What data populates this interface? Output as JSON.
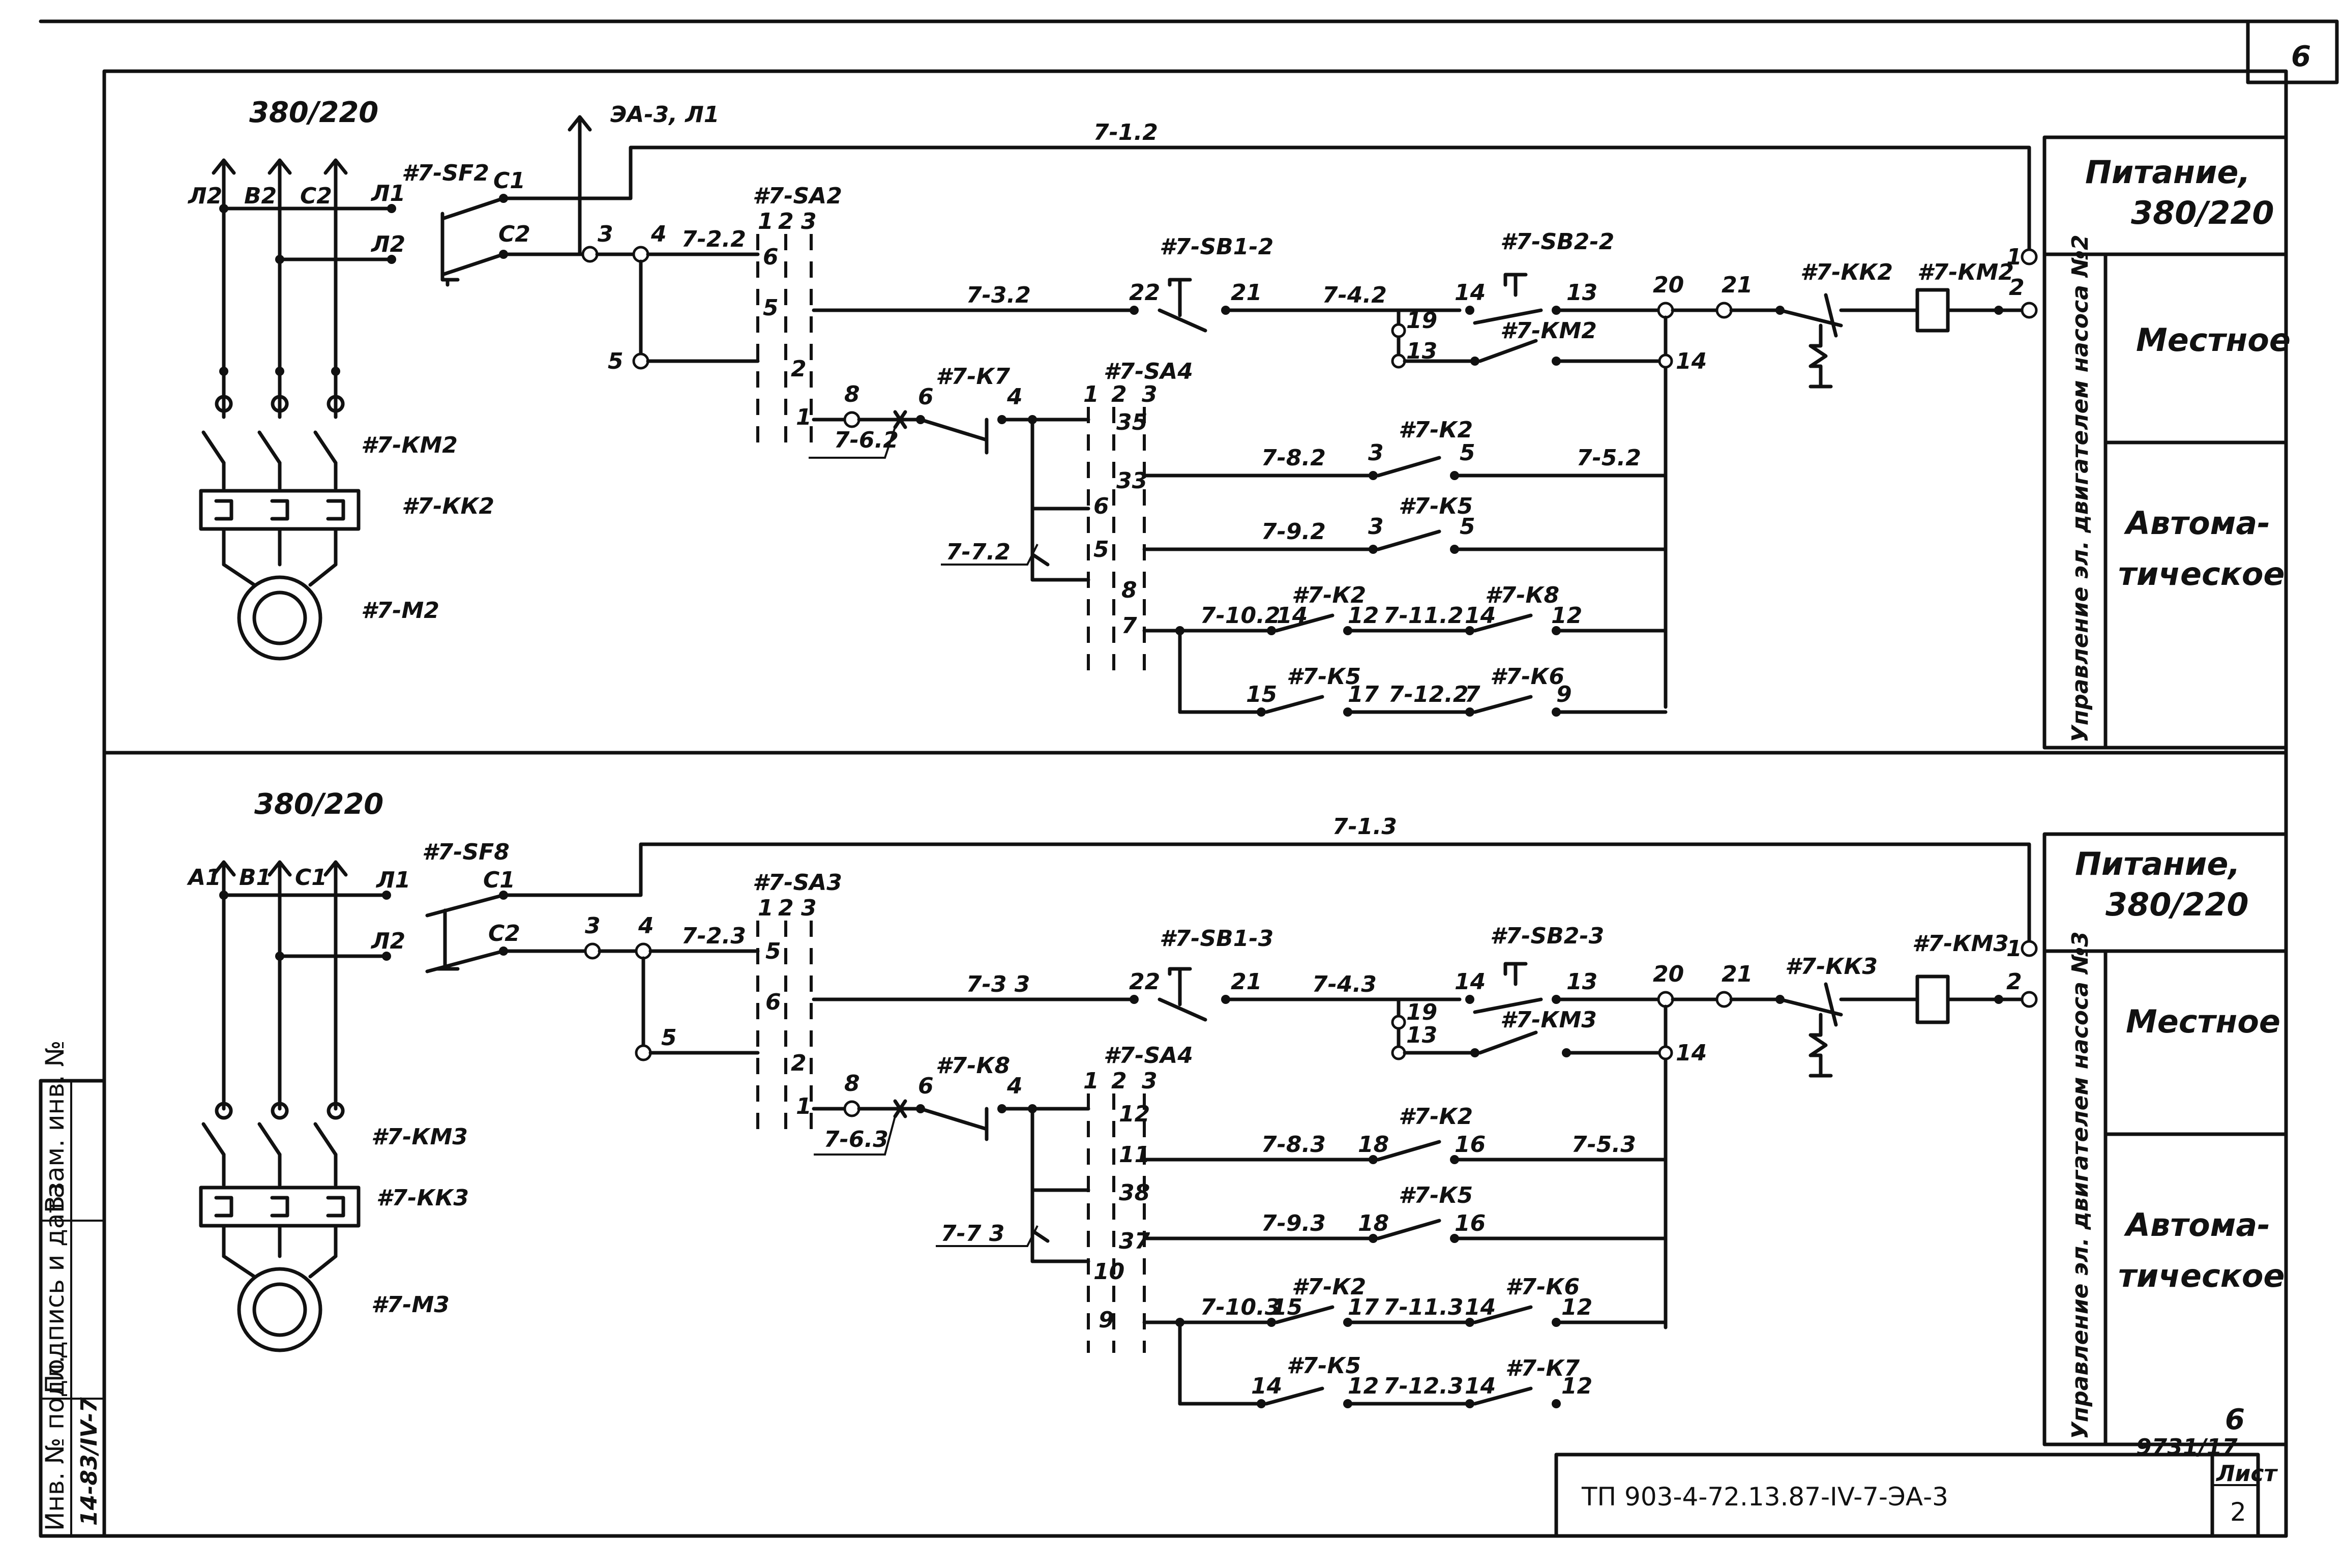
{
  "sheet": {
    "page_number": "6",
    "drawing_code": "ТП  903-4-72.13.87-IV-7-ЭА-3",
    "sheet_label": "Лист",
    "sheet_number": "2",
    "handwritten_sheet": "6",
    "archive_number": "9731/17",
    "stamp": {
      "inv_label": "Инв. № подл.",
      "inv_value": "14-83/IV-7",
      "sign_label": "Подпись и дата",
      "replace_label": "Взам. инв. №"
    }
  },
  "circuit_2": {
    "supply": "380/220",
    "supply_feed": "ЭА-3, Л1",
    "phases": [
      "Л2",
      "В2",
      "С2"
    ],
    "breaker": "#7-SF2",
    "breaker_lines": [
      "Л1",
      "Л2"
    ],
    "breaker_out": [
      "С1",
      "С2"
    ],
    "contactor": "#7-КМ2",
    "thermal_relay": "#7-КК2",
    "motor": "#7-М2",
    "switch_sa": "#7-SA2",
    "switch_sa_pos": [
      "1",
      "2",
      "3"
    ],
    "switch_sa4": "#7-SA4",
    "switch_sa4_pos": [
      "1",
      "2",
      "3"
    ],
    "wires": {
      "w_1": "7-1.2",
      "w_2": "7-2.2",
      "w_3": "7-3.2",
      "w_4": "7-4.2",
      "w_5": "7-5.2",
      "w_6": "7-6.2",
      "w_7": "7-7.2",
      "w_8": "7-8.2",
      "w_9": "7-9.2",
      "w_10": "7-10.2",
      "w_11": "7-11.2",
      "w_12": "7-12.2"
    },
    "devices": {
      "sb1": "#7-SB1-2",
      "sb2": "#7-SB2-2",
      "k7": "#7-К7",
      "km2_contact": "#7-КМ2",
      "kk2_contact": "#7-КК2",
      "km2_coil": "#7-КМ2",
      "k2": "#7-К2",
      "k5": "#7-К5",
      "k2b": "#7-К2",
      "k8": "#7-К8",
      "k5b": "#7-К5",
      "k6": "#7-К6"
    },
    "nodes": [
      "3",
      "4",
      "5",
      "6",
      "5",
      "2",
      "1",
      "8",
      "6",
      "4",
      "22",
      "21",
      "14",
      "13",
      "19",
      "13",
      "20",
      "21",
      "14",
      "1",
      "2",
      "35",
      "33",
      "6",
      "5",
      "8",
      "7",
      "3",
      "5",
      "3",
      "5",
      "14",
      "12",
      "14",
      "12",
      "15",
      "17",
      "7",
      "9"
    ],
    "modes": {
      "supply": "Питание, 380/220",
      "local": "Местное",
      "auto_1": "Автома-",
      "auto_2": "тическое"
    },
    "section": "Управление эл. двигателем насоса №2"
  },
  "circuit_3": {
    "supply": "380/220",
    "phases": [
      "А1",
      "В1",
      "С1"
    ],
    "breaker": "#7-SF8",
    "breaker_lines": [
      "Л1",
      "Л2"
    ],
    "breaker_out": [
      "С1",
      "С2"
    ],
    "contactor": "#7-КМ3",
    "thermal_relay": "#7-КК3",
    "motor": "#7-М3",
    "switch_sa": "#7-SA3",
    "switch_sa_pos": [
      "1",
      "2",
      "3"
    ],
    "switch_sa4": "#7-SA4",
    "switch_sa4_pos": [
      "1",
      "2",
      "3"
    ],
    "wires": {
      "w_1": "7-1.3",
      "w_2": "7-2.3",
      "w_3": "7-3 3",
      "w_4": "7-4.3",
      "w_5": "7-5.3",
      "w_6": "7-6.3",
      "w_7": "7-7 3",
      "w_8": "7-8.3",
      "w_9": "7-9.3",
      "w_10": "7-10.3",
      "w_11": "7-11.3",
      "w_12": "7-12.3"
    },
    "devices": {
      "sb1": "#7-SB1-3",
      "sb2": "#7-SB2-3",
      "k8": "#7-К8",
      "km3_contact": "#7-КМ3",
      "kk3_contact": "#7-КК3",
      "km3_coil": "#7-КМ3",
      "k2": "#7-К2",
      "k5": "#7-К5",
      "k2b": "#7-К2",
      "k6": "#7-К6",
      "k5b": "#7-К5",
      "k7": "#7-К7"
    },
    "nodes": [
      "3",
      "4",
      "5",
      "6",
      "5",
      "2",
      "1",
      "8",
      "6",
      "4",
      "22",
      "21",
      "14",
      "13",
      "19",
      "13",
      "20",
      "21",
      "14",
      "1",
      "2",
      "12",
      "11",
      "38",
      "37",
      "10",
      "9",
      "18",
      "16",
      "18",
      "16",
      "15",
      "17",
      "14",
      "12",
      "14",
      "12",
      "14",
      "12"
    ],
    "modes": {
      "supply": "Питание, 380/220",
      "local": "Местное",
      "auto_1": "Автома-",
      "auto_2": "тическое"
    },
    "section": "Управление эл. двигателем насоса №3"
  }
}
